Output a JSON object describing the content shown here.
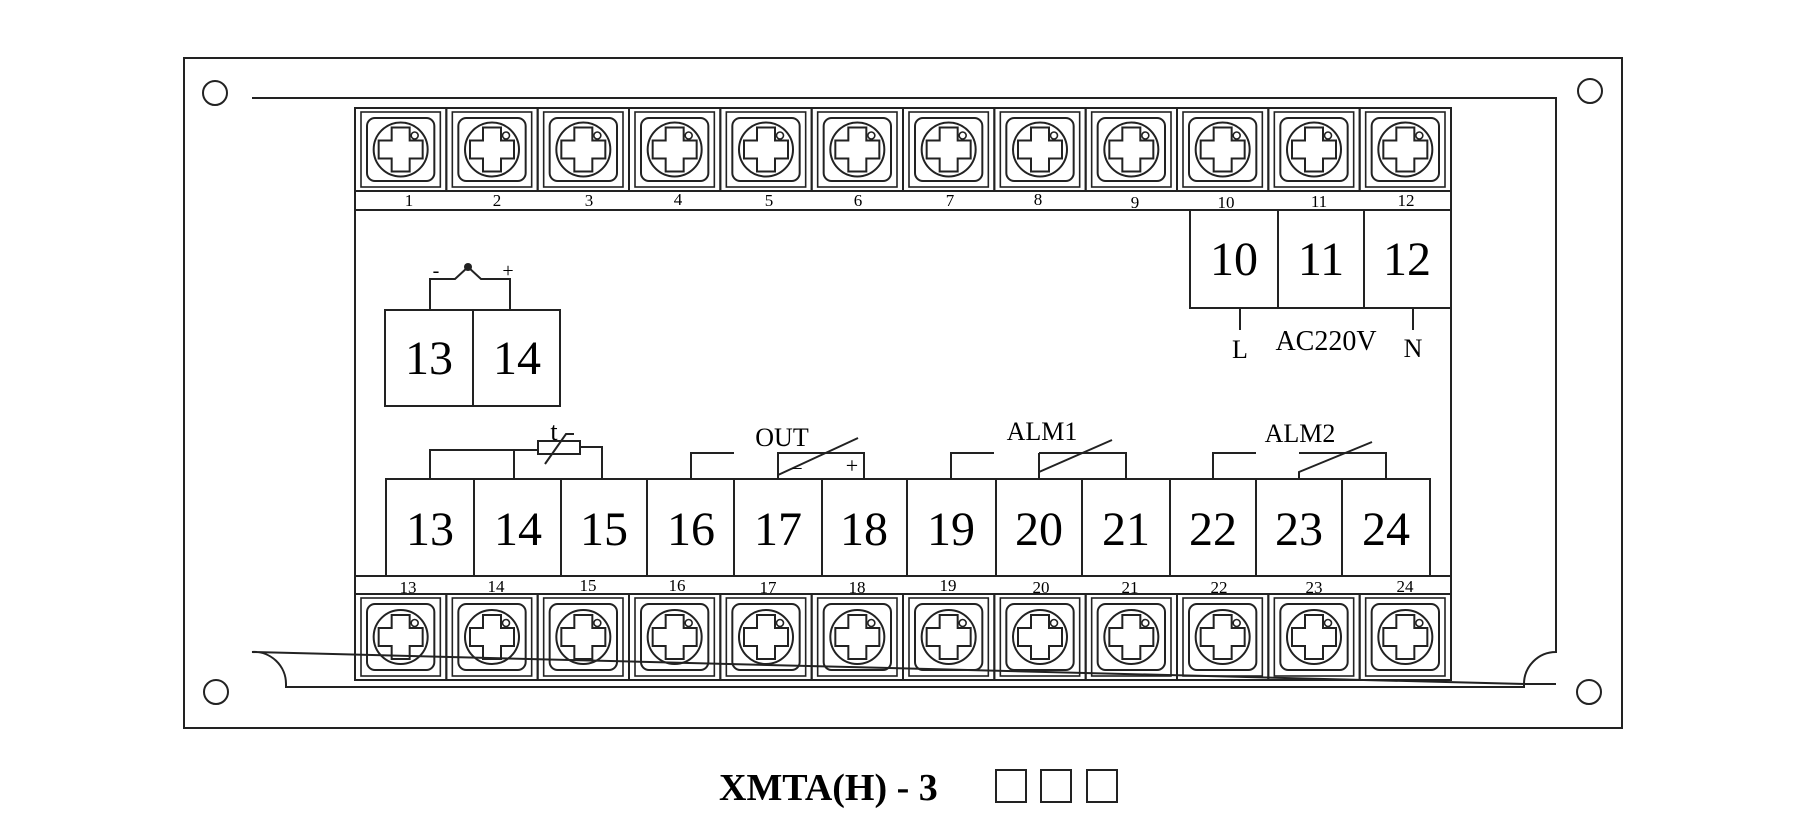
{
  "top_terminal_numbers": [
    "1",
    "2",
    "3",
    "4",
    "5",
    "6",
    "7",
    "8",
    "9",
    "10",
    "11",
    "12"
  ],
  "bottom_terminal_numbers": [
    "13",
    "14",
    "15",
    "16",
    "17",
    "18",
    "19",
    "20",
    "21",
    "22",
    "23",
    "24"
  ],
  "power_block": {
    "boxes": [
      "10",
      "11",
      "12"
    ],
    "left_label": "L",
    "center_label": "AC220V",
    "right_label": "N"
  },
  "thermocouple_block": {
    "boxes": [
      "13",
      "14"
    ],
    "minus_sign": "-",
    "plus_sign": "+"
  },
  "main_block": {
    "boxes": [
      "13",
      "14",
      "15",
      "16",
      "17",
      "18",
      "19",
      "20",
      "21",
      "22",
      "23",
      "24"
    ]
  },
  "rtd_label": "t",
  "out_label": "OUT",
  "out_minus": "−",
  "out_plus": "+",
  "alm1_label": "ALM1",
  "alm2_label": "ALM2",
  "model": {
    "name": "XMTA(H) - 3"
  }
}
